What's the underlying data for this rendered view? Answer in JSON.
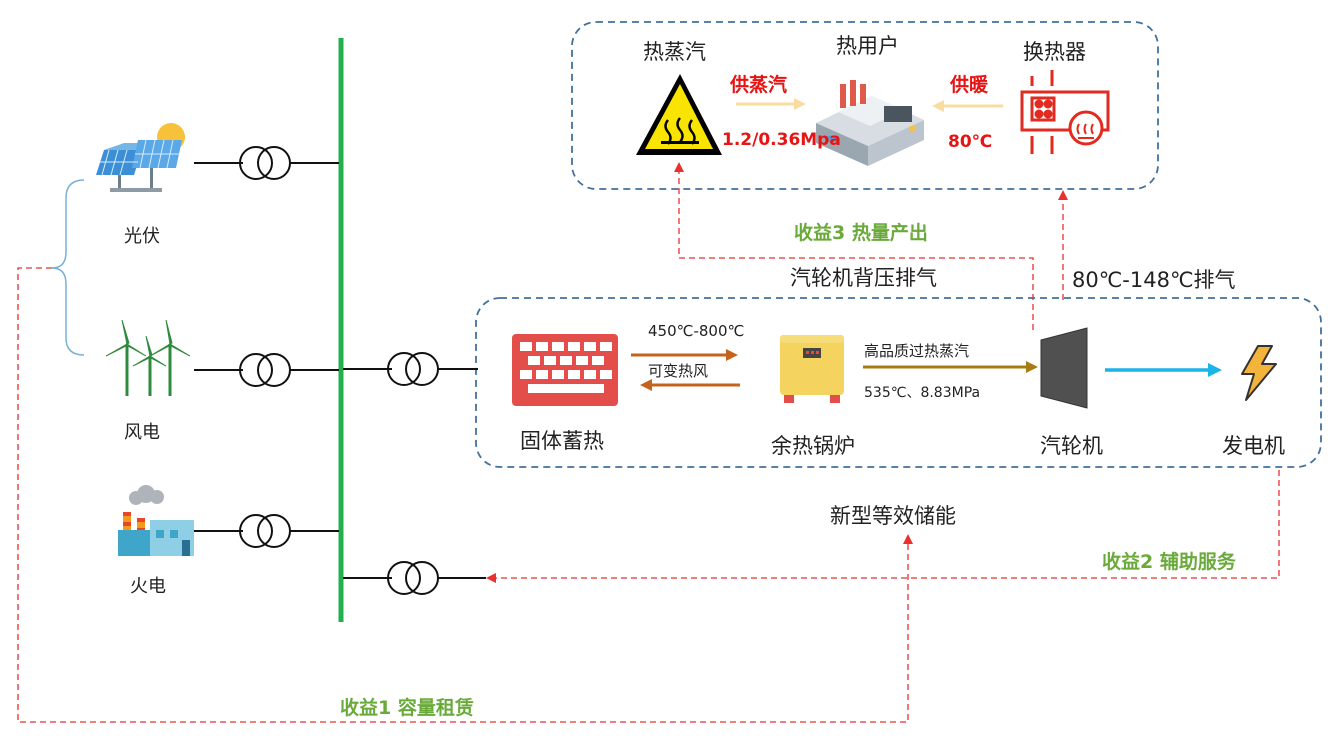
{
  "sources": {
    "solar": "光伏",
    "wind": "风电",
    "thermal": "火电"
  },
  "heat_supply": {
    "steam": "热蒸汽",
    "user": "热用户",
    "exchanger": "换热器",
    "supply_steam": "供蒸汽",
    "supply_heating": "供暖",
    "steam_pressure": "1.2/0.36Mpa",
    "heating_temp": "80℃"
  },
  "storage_system": {
    "solid_storage": "固体蓄热",
    "hot_air_temp": "450℃-800℃",
    "hot_air": "可变热风",
    "boiler": "余热锅炉",
    "superheated_steam": "高品质过热蒸汽",
    "steam_params": "535℃、8.83MPa",
    "turbine": "汽轮机",
    "generator": "发电机"
  },
  "flows": {
    "backpressure_exhaust": "汽轮机背压排气",
    "exhaust_temp": "80℃-148℃排气",
    "new_storage": "新型等效储能"
  },
  "revenues": {
    "r1": "收益1 容量租赁",
    "r2": "收益2 辅助服务",
    "r3": "收益3 热量产出"
  },
  "colors": {
    "bus_green": "#21b04b",
    "dashed_red": "#e8312f",
    "box_border": "#41719c",
    "revenue_green": "#6aaa3a",
    "supply_red": "#e81313",
    "orange_arrow": "#c5631c",
    "steam_arrow": "#a87c14",
    "power_arrow": "#1cb3e8"
  }
}
